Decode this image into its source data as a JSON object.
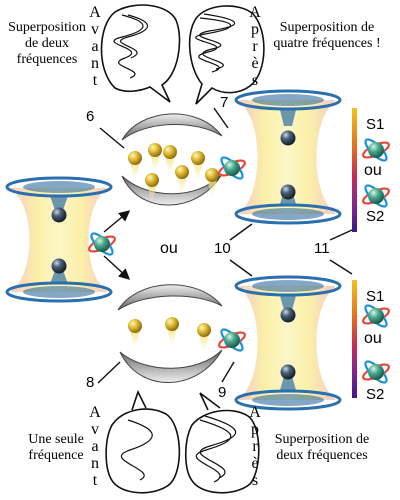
{
  "captions": {
    "top_left": "Superposition de deux fréquences",
    "top_right": "Superposition de quatre fréquences !",
    "bottom_left": "Une seule fréquence",
    "bottom_right": "Superposition de deux fréquences"
  },
  "vertical_words": {
    "top_avant": "Avant",
    "top_apres": "Après",
    "bottom_avant": "Avant",
    "bottom_apres": "Après"
  },
  "numbers": [
    "6",
    "7",
    "8",
    "9",
    "10",
    "11"
  ],
  "ou_labels": {
    "center": "ou",
    "right_top": "ou",
    "right_bottom": "ou"
  },
  "state_labels": {
    "s1_top": "S1",
    "s2_top": "S2",
    "s1_bottom": "S1",
    "s2_bottom": "S2"
  },
  "colors": {
    "trap_glow": "#fbf2a0",
    "gold_atom": "#c9a21c",
    "dark_atom": "#2c3d52",
    "teal_atom": "#3f9a85",
    "ring_blue": "#1a8ee0",
    "ring_red": "#e5473a",
    "spectrum_top": "#f0c020",
    "spectrum_bottom": "#4a1c8c"
  }
}
